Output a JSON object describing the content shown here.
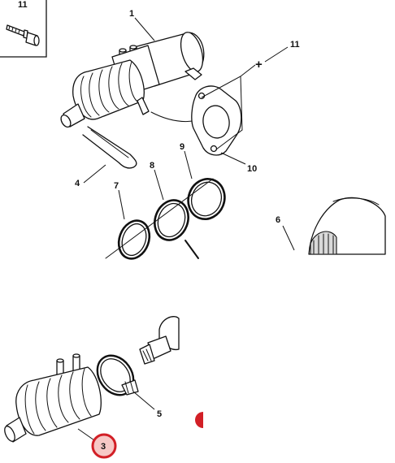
{
  "callouts": {
    "c1": "1",
    "c3": "3",
    "c4": "4",
    "c5": "5",
    "c6": "6",
    "c7": "7",
    "c8": "8",
    "c9": "9",
    "c10": "10",
    "c11_inset": "11",
    "c11": "11",
    "plus": "+"
  },
  "colors": {
    "highlight": "#d21f26",
    "line": "#111111",
    "fill": "#ffffff"
  }
}
